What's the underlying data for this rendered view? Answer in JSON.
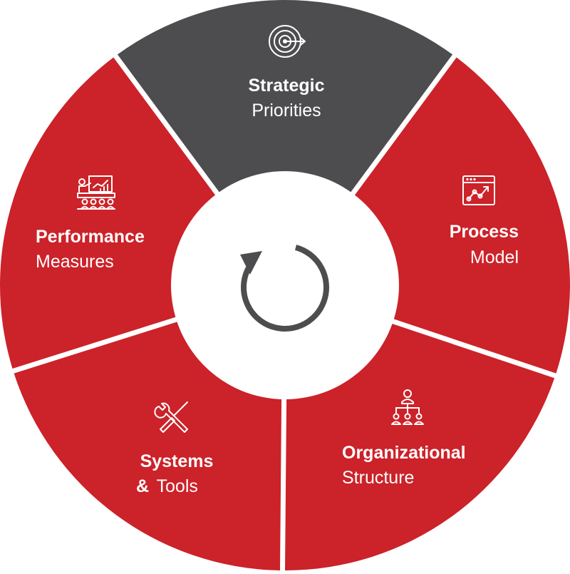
{
  "segments": [
    {
      "id": "strategic",
      "bold": "Strategic",
      "light": "Priorities",
      "icon": "target-icon",
      "color": "#4d4d4f"
    },
    {
      "id": "process",
      "bold": "Process",
      "light": "Model",
      "icon": "chart-window-icon",
      "color": "#cc2229"
    },
    {
      "id": "organizational",
      "bold": "Organizational",
      "light": "Structure",
      "icon": "org-chart-icon",
      "color": "#cc2229"
    },
    {
      "id": "systems",
      "bold": "Systems",
      "bold_prefix": "&",
      "light": "Tools",
      "icon": "tools-icon",
      "color": "#cc2229"
    },
    {
      "id": "performance",
      "bold": "Performance",
      "light": "Measures",
      "icon": "presentation-icon",
      "color": "#cc2229"
    }
  ],
  "center": {
    "icon": "cycle-arrow-icon",
    "color": "#4d4d4f"
  }
}
